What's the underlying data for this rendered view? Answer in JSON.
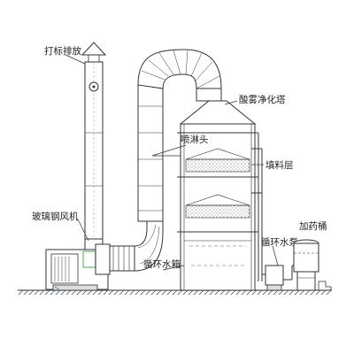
{
  "labels": {
    "stack": "打标排放",
    "tower": "酸雾净化塔",
    "spray": "喷淋头",
    "packing": "填料层",
    "fan": "玻璃钢风机",
    "dosing": "加药桶",
    "pump": "循环水泵",
    "tank": "循环水箱"
  },
  "colors": {
    "line": "#333333",
    "duct_fill": "#ffffff",
    "packing_fill": "#c9c9c9",
    "ground": "#555555",
    "motor_accent": "#7ec97e",
    "pipe_accent": "#6a9fd0"
  },
  "icons": {
    "damper": "circle-damper-icon",
    "arrow": "arrow-right-icon"
  }
}
